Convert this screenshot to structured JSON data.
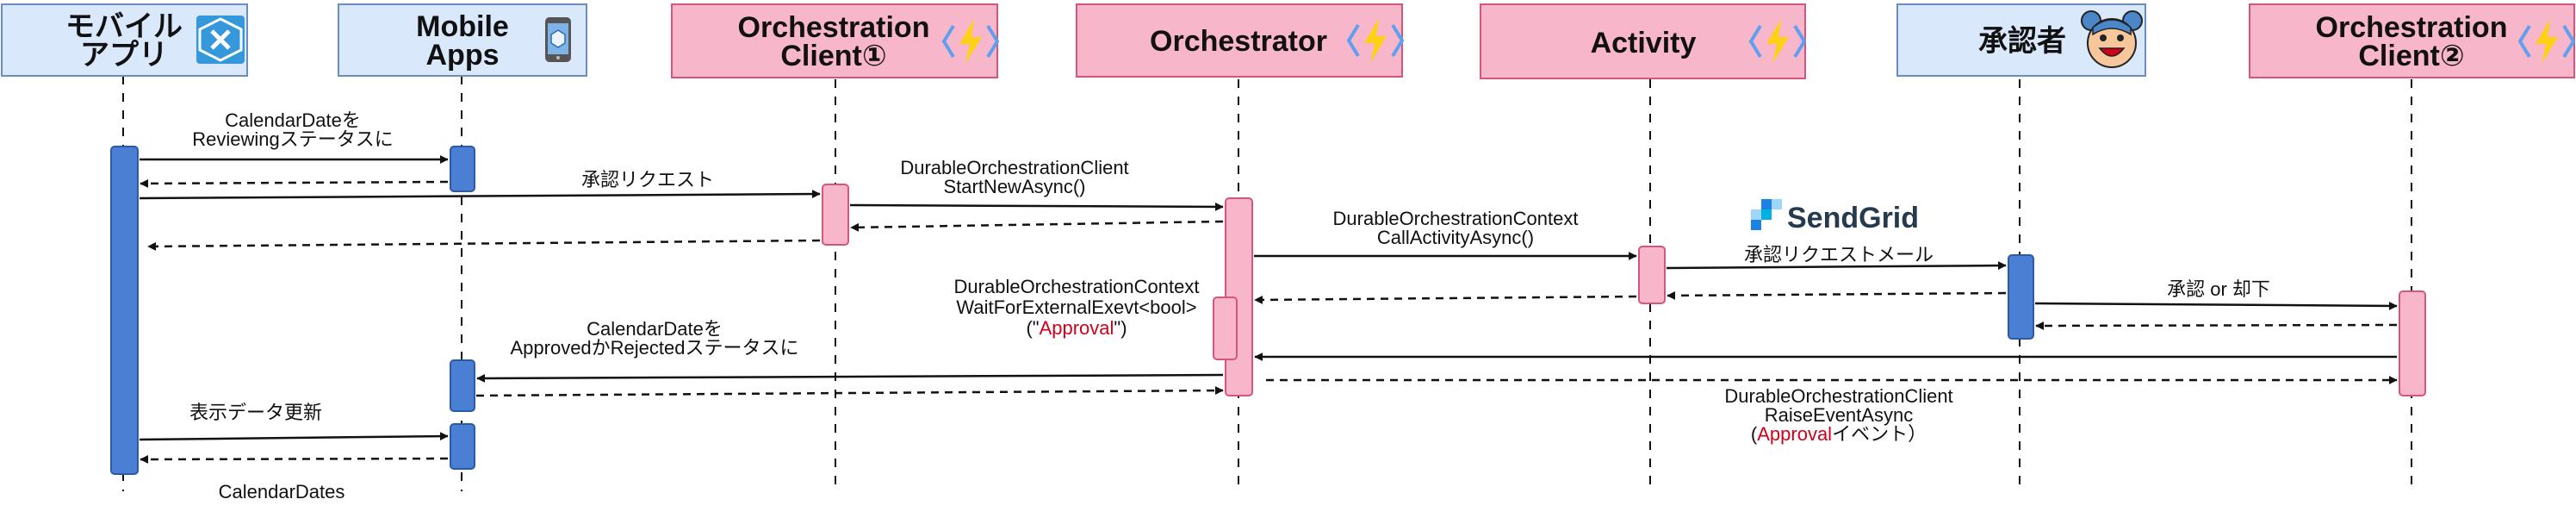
{
  "participants": [
    {
      "id": "mobile-app",
      "lines": [
        "モバイル",
        "アプリ"
      ],
      "kind": "client",
      "icon": "xamarin-icon"
    },
    {
      "id": "mobile-apps",
      "lines": [
        "Mobile",
        "Apps"
      ],
      "kind": "client",
      "icon": "mobile-device-icon"
    },
    {
      "id": "orch-client-1",
      "lines": [
        "Orchestration",
        "Client①"
      ],
      "kind": "function",
      "icon": "azure-functions-icon"
    },
    {
      "id": "orchestrator",
      "lines": [
        "Orchestrator"
      ],
      "kind": "function",
      "icon": "azure-functions-icon"
    },
    {
      "id": "activity",
      "lines": [
        "Activity"
      ],
      "kind": "function",
      "icon": "azure-functions-icon"
    },
    {
      "id": "approver",
      "lines": [
        "承認者"
      ],
      "kind": "client",
      "icon": "approver-face-icon"
    },
    {
      "id": "orch-client-2",
      "lines": [
        "Orchestration",
        "Client②"
      ],
      "kind": "function",
      "icon": "azure-functions-icon"
    }
  ],
  "messages": [
    {
      "id": "m1",
      "lines": [
        [
          "CalendarDateを"
        ],
        [
          "Reviewingステータスに"
        ]
      ]
    },
    {
      "id": "m2",
      "lines": [
        [
          "承認リクエスト"
        ]
      ]
    },
    {
      "id": "m3",
      "lines": [
        [
          "DurableOrchestrationClient"
        ],
        [
          "StartNewAsync()"
        ]
      ]
    },
    {
      "id": "m4",
      "lines": [
        [
          "DurableOrchestrationContext"
        ],
        [
          "CallActivityAsync()"
        ]
      ]
    },
    {
      "id": "m5",
      "lines": [
        [
          "承認リクエストメール"
        ]
      ]
    },
    {
      "id": "m6",
      "lines": [
        [
          "承認 or 却下"
        ]
      ]
    },
    {
      "id": "m7",
      "lines": [
        [
          "DurableOrchestrationContext"
        ],
        [
          "WaitForExternalExevt<bool>"
        ],
        [
          "(\"",
          {
            "t": "Approval",
            "red": true
          },
          "\")"
        ]
      ]
    },
    {
      "id": "m8",
      "lines": [
        [
          "CalendarDateを"
        ],
        [
          "ApprovedかRejectedステータスに"
        ]
      ]
    },
    {
      "id": "m9",
      "lines": [
        [
          "表示データ更新"
        ]
      ]
    },
    {
      "id": "m10",
      "lines": [
        [
          "CalendarDates"
        ]
      ]
    },
    {
      "id": "m11",
      "lines": [
        [
          "DurableOrchestrationClient"
        ],
        [
          "RaiseEventAsync"
        ],
        [
          "(",
          {
            "t": "Approval",
            "red": true
          },
          "イベント）"
        ]
      ]
    }
  ],
  "sendgrid": {
    "label": "SendGrid",
    "color": "#263a4f",
    "accent": "#1a82e2"
  },
  "colors": {
    "client_fill": "#dae8fc",
    "client_stroke": "#6c8ebf",
    "function_fill": "#f8b6cb",
    "function_stroke": "#d6557a",
    "blue_activation": "#4a7fd4",
    "blue_activation_stroke": "#2a5aa8",
    "pink_activation": "#f8b6cb",
    "pink_activation_stroke": "#d6557a",
    "highlight": "#d0021b"
  }
}
